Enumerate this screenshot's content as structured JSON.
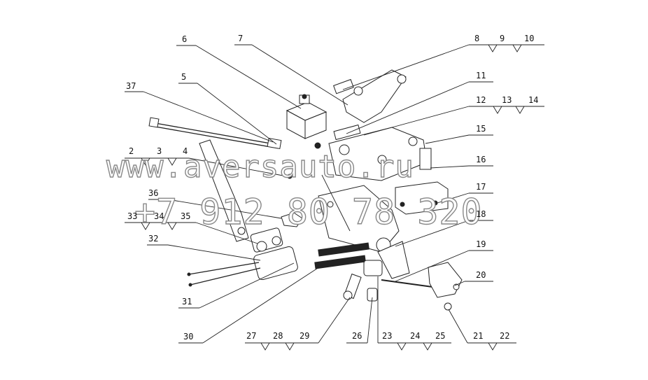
{
  "diagram": {
    "callouts": [
      "37",
      "6",
      "5",
      "7",
      "8",
      "9",
      "10",
      "11",
      "12",
      "13",
      "14",
      "15",
      "16",
      "17",
      "18",
      "19",
      "20",
      "21",
      "22",
      "2",
      "3",
      "4",
      "36",
      "33",
      "34",
      "35",
      "32",
      "31",
      "30",
      "27",
      "28",
      "29",
      "26",
      "23",
      "24",
      "25"
    ]
  },
  "watermark": {
    "url": "www.aversauto.ru",
    "phone": "+7 912 80 78 320"
  }
}
